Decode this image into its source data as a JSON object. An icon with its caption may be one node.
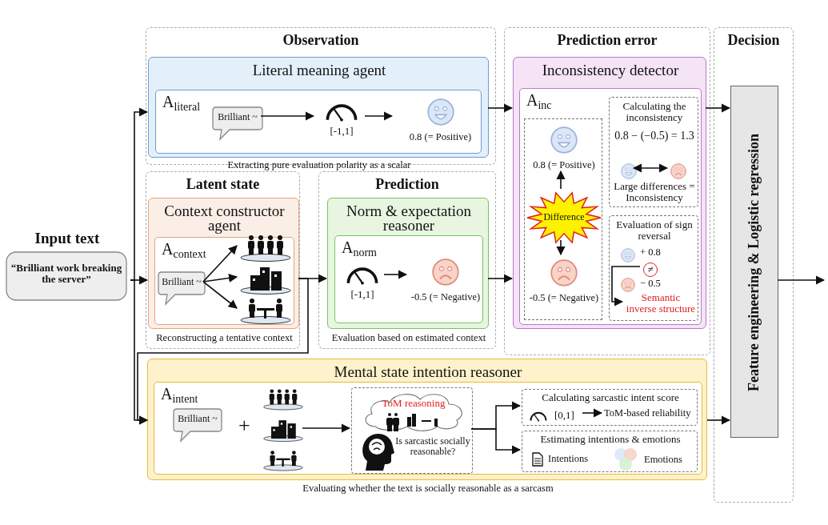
{
  "diagram": {
    "nodes": [
      {
        "text": [
          "Input text",
          "“Brilliant work breaking the server”"
        ]
      },
      {
        "text": [
          "Observation"
        ]
      },
      {
        "text": [
          "Literal meaning agent"
        ],
        "in": 1,
        "beside": [
          "Extracting pure evaluation polarity as a scalar"
        ]
      },
      {
        "text": [
          "A$_{literal}$"
        ],
        "in": 2
      },
      {
        "text": [
          "Brilliant ~"
        ],
        "in": 3
      },
      {
        "text": [
          "[-1,1]"
        ],
        "in": 3
      },
      {
        "text": [
          "0.8 (= Positive)"
        ],
        "in": 3
      },
      {
        "text": [
          "Latent state"
        ]
      },
      {
        "text": [
          "Context constructor agent"
        ],
        "in": 7,
        "beside": [
          "Reconstructing a tentative context"
        ]
      },
      {
        "text": [
          "A$_{context}$"
        ],
        "in": 8
      },
      {
        "text": [
          "Brilliant ~"
        ],
        "in": 9
      },
      {
        "text": [],
        "shape": "picture",
        "in": 9
      },
      {
        "text": [],
        "shape": "picture",
        "in": 9
      },
      {
        "text": [],
        "shape": "picture",
        "in": 9
      },
      {
        "text": [
          "Prediction"
        ]
      },
      {
        "text": [
          "Norm & expectation reasoner"
        ],
        "in": 14,
        "beside": [
          "Evaluation based on estimated context"
        ]
      },
      {
        "text": [
          "A$_{norm}$"
        ],
        "in": 15
      },
      {
        "text": [
          "[-1,1]"
        ],
        "in": 16
      },
      {
        "text": [
          "-0.5 (= Negative)"
        ],
        "in": 16
      },
      {
        "text": [
          "Prediction error"
        ]
      },
      {
        "text": [
          "Inconsistency detector"
        ],
        "in": 19
      },
      {
        "text": [
          "A$_{inc}$"
        ],
        "in": 20
      },
      {
        "text": [],
        "shape": "box",
        "in": 21
      },
      {
        "text": [
          "0.8 (= Positive)"
        ],
        "in": 22
      },
      {
        "text": [
          "Difference"
        ],
        "in": 22
      },
      {
        "text": [
          "-0.5 (= Negative)"
        ],
        "in": 22
      },
      {
        "text": [
          "Calculating the inconsistency",
          "0.8 − (−0.5) = 1.3",
          "Large differences = Inconsistency"
        ],
        "in": 21
      },
      {
        "text": [],
        "shape": "circle",
        "in": 26
      },
      {
        "text": [],
        "shape": "circle",
        "in": 26
      },
      {
        "text": [
          "Evaluation of sign reversal"
        ],
        "in": 21
      },
      {
        "text": [],
        "shape": "circle",
        "in": 29
      },
      {
        "text": [
          "+ 0.8"
        ],
        "in": 29
      },
      {
        "text": [
          "≠"
        ],
        "in": 29
      },
      {
        "text": [],
        "shape": "circle",
        "in": 29
      },
      {
        "text": [
          "− 0.5"
        ],
        "in": 29
      },
      {
        "text": [
          "Semantic inverse structure"
        ],
        "in": 29
      },
      {
        "text": [
          "Decision"
        ]
      },
      {
        "text": [
          "Feature engineering & Logistic regression"
        ],
        "in": 36
      },
      {
        "text": [
          "Mental state intention reasoner"
        ],
        "beside": [
          "Evaluating whether the text is socially reasonable as a sarcasm"
        ]
      },
      {
        "text": [
          "A$_{intent}$"
        ],
        "in": 38
      },
      {
        "text": [
          "Brilliant ~"
        ],
        "in": 39
      },
      {
        "text": [],
        "shape": "picture",
        "in": 39
      },
      {
        "text": [],
        "shape": "picture",
        "in": 39
      },
      {
        "text": [],
        "shape": "picture",
        "in": 39
      },
      {
        "text": [
          "Is sarcastic socially reasonable?"
        ],
        "in": 39
      },
      {
        "text": [
          "ToM reasoning"
        ],
        "in": 44
      },
      {
        "text": [],
        "shape": "picture",
        "in": 44
      },
      {
        "text": [
          "Calculating sarcastic intent score"
        ],
        "in": 39
      },
      {
        "text": [
          "[0,1]"
        ],
        "in": 47
      },
      {
        "text": [
          "ToM-based reliability"
        ],
        "in": 47
      },
      {
        "text": [
          "Estimating intentions & emotions"
        ],
        "in": 39
      },
      {
        "text": [
          "Intentions"
        ],
        "in": 50
      },
      {
        "text": [
          "Emotions"
        ],
        "in": 50
      }
    ],
    "edges": [
      {
        "from": 0,
        "to": 2,
        "arrow": "to"
      },
      {
        "from": 0,
        "to": 8,
        "arrow": "to"
      },
      {
        "from": 0,
        "to": 38,
        "arrow": "to"
      },
      {
        "from": 4,
        "to": 5,
        "arrow": "to"
      },
      {
        "from": 5,
        "to": 6,
        "arrow": "to"
      },
      {
        "from": 10,
        "to": 11,
        "arrow": "to"
      },
      {
        "from": 10,
        "to": 12,
        "arrow": "to"
      },
      {
        "from": 10,
        "to": 13,
        "arrow": "to"
      },
      {
        "from": 8,
        "to": 15,
        "arrow": "to"
      },
      {
        "from": 8,
        "to": 38,
        "arrow": "to"
      },
      {
        "from": 17,
        "to": 18,
        "arrow": "to"
      },
      {
        "from": 2,
        "to": 20,
        "arrow": "to"
      },
      {
        "from": 15,
        "to": 20,
        "arrow": "to"
      },
      {
        "from": 24,
        "to": 23,
        "arrow": "to"
      },
      {
        "from": 24,
        "to": 25,
        "arrow": "to"
      },
      {
        "from": 27,
        "to": 28,
        "arrow": "both"
      },
      {
        "from": 32,
        "to": 35,
        "arrow": "to"
      },
      {
        "from": 42,
        "to": 44,
        "arrow": "to"
      },
      {
        "from": 44,
        "to": 47,
        "arrow": "to"
      },
      {
        "from": 44,
        "to": 50,
        "arrow": "to"
      },
      {
        "from": 48,
        "to": 49,
        "arrow": "to"
      },
      {
        "from": 20,
        "to": 37,
        "arrow": "to"
      },
      {
        "from": 38,
        "to": 37,
        "arrow": "to"
      },
      {
        "from": 37,
        "to": null,
        "arrow": "to"
      }
    ],
    "labels": [
      "+"
    ]
  }
}
